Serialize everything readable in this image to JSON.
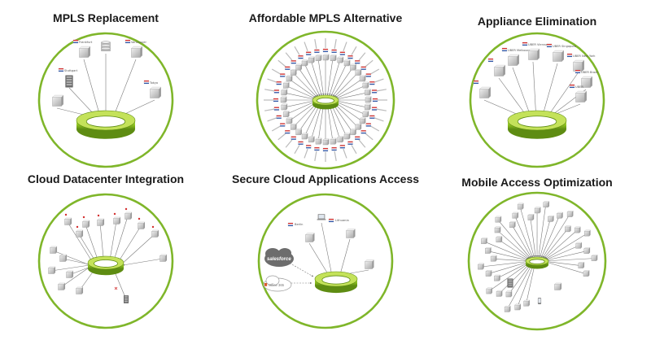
{
  "colors": {
    "ring": "#8fc31f",
    "ring_light": "#c4e25a",
    "ring_dark": "#5e8c12",
    "circle_border": "#7fb62a",
    "arrow": "#7a7a7a",
    "box": "#c7c7c7"
  },
  "panels": [
    {
      "id": "mpls-replacement",
      "title": "MPLS Replacement",
      "layout": "hub",
      "nodes": [
        {
          "label": "Frankfurt",
          "icon": "server-box-icon",
          "flag": true
        },
        {
          "label": "",
          "icon": "database-icon",
          "flag": false
        },
        {
          "label": "Vancouver",
          "icon": "server-box-icon",
          "flag": true
        },
        {
          "label": "Stuttgart",
          "icon": "server-rack-icon",
          "flag": true
        },
        {
          "label": "",
          "icon": "server-box-icon",
          "flag": false
        },
        {
          "label": "Tokyo",
          "icon": "server-box-icon",
          "flag": true
        }
      ]
    },
    {
      "id": "affordable-mpls-alternative",
      "title": "Affordable MPLS Alternative",
      "layout": "dense-ring",
      "node_count": 36
    },
    {
      "id": "appliance-elimination",
      "title": "Appliance Elimination",
      "layout": "hub",
      "nodes": [
        {
          "label": "",
          "icon": "server-box-icon",
          "flag": true
        },
        {
          "label": "UBER Melbourne",
          "icon": "server-box-icon",
          "flag": true
        },
        {
          "label": "UBER Vienna",
          "icon": "server-box-icon",
          "flag": true
        },
        {
          "label": "UBER Singapore",
          "icon": "server-box-icon",
          "flag": true
        },
        {
          "label": "UBER New York",
          "icon": "server-box-icon",
          "flag": true
        },
        {
          "label": "UBER Brazil",
          "icon": "server-box-icon",
          "flag": true
        },
        {
          "label": "UBER",
          "icon": "server-box-icon",
          "flag": true
        },
        {
          "label": "",
          "icon": "server-box-icon",
          "flag": true
        }
      ]
    },
    {
      "id": "cloud-datacenter-integration",
      "title": "Cloud Datacenter Integration",
      "layout": "mesh",
      "node_count": 16
    },
    {
      "id": "secure-cloud-applications-access",
      "title": "Secure Cloud Applications Access",
      "layout": "cloud-apps",
      "nodes": [
        {
          "label": "Berlin",
          "icon": "server-box-icon",
          "flag": true
        },
        {
          "label": "",
          "icon": "laptop-icon",
          "flag": false
        },
        {
          "label": "Lithuania",
          "icon": "server-box-icon",
          "flag": true
        },
        {
          "label": "",
          "icon": "server-box-icon",
          "flag": false
        }
      ],
      "cloud_apps": [
        {
          "label": "salesforce",
          "icon": "salesforce-cloud-icon"
        },
        {
          "label": "Office 365",
          "icon": "office365-cloud-icon"
        }
      ]
    },
    {
      "id": "mobile-access-optimization",
      "title": "Mobile Access Optimization",
      "layout": "mobile",
      "node_count": 32
    }
  ]
}
